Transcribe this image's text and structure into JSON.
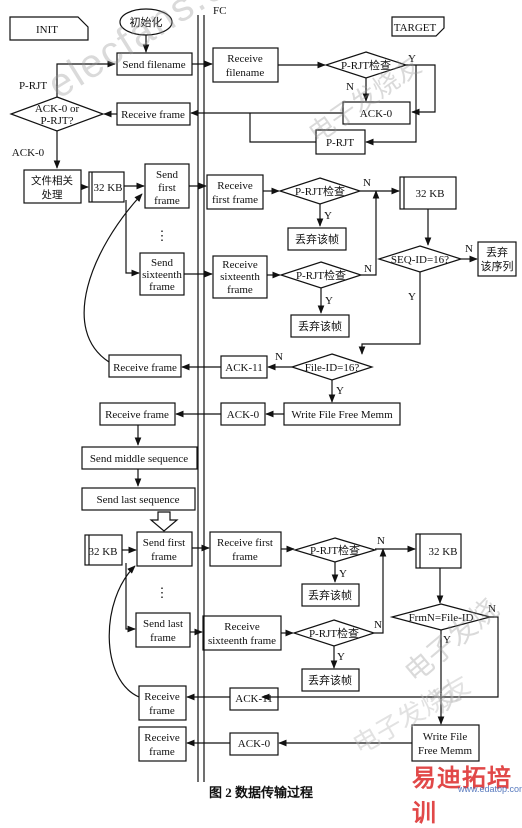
{
  "caption": "图 2   数据传输过程",
  "labels": {
    "init": "INIT",
    "start": "初始化",
    "fc": "FC",
    "target": "TARGET",
    "send_filename": "Send filename",
    "receive_filename_1": "Receive",
    "receive_filename_2": "filename",
    "prjt_check": "P-RJT检查",
    "y": "Y",
    "n": "N",
    "prjt": "P-RJT",
    "ack0_or_prjt_1": "ACK-0 or",
    "ack0_or_prjt_2": "P-RJT?",
    "receive_frame": "Receive frame",
    "ack0": "ACK-0",
    "file_proc_1": "文件相关",
    "file_proc_2": "处理",
    "kb32": "32 KB",
    "send_first_frame_1": "Send",
    "send_first_frame_2": "first",
    "send_first_frame_3": "frame",
    "receive_first_frame_1": "Receive",
    "receive_first_frame_2": "first frame",
    "discard_frame": "丢弃该帧",
    "dots": "⋮",
    "send_sixteenth_1": "Send",
    "send_sixteenth_2": "sixteenth",
    "send_sixteenth_3": "frame",
    "receive_sixteenth_1": "Receive",
    "receive_sixteenth_2": "sixteenth",
    "receive_sixteenth_3": "frame",
    "seq_id_check": "SEQ-ID=16?",
    "discard_seq_1": "丢弃",
    "discard_seq_2": "该序列",
    "ack11": "ACK-11",
    "file_id_check": "File-ID=16?",
    "write_file_free": "Write File Free Memm",
    "send_middle_sequence": "Send middle sequence",
    "send_last_sequence": "Send last sequence",
    "send_first_frame_b": "Send first",
    "frame_word": "frame",
    "receive_first_b": "Receive first",
    "send_last_frame_1": "Send last",
    "receive_sixteenth_frame_b1": "Receive",
    "receive_sixteenth_frame_b2": "sixteenth frame",
    "frmn_check": "FrmN=File-ID",
    "receive_word": "Receive",
    "write_file_1": "Write File",
    "write_file_2": "Free Memm"
  },
  "watermarks": {
    "elecfans": "elecfans.com",
    "cn1": "电子发烧友",
    "cn2": "电子发烧友",
    "cn3": "电子发烧友",
    "edatop_cn": "易迪拓培训",
    "edatop_url": "www.edatop.com"
  }
}
